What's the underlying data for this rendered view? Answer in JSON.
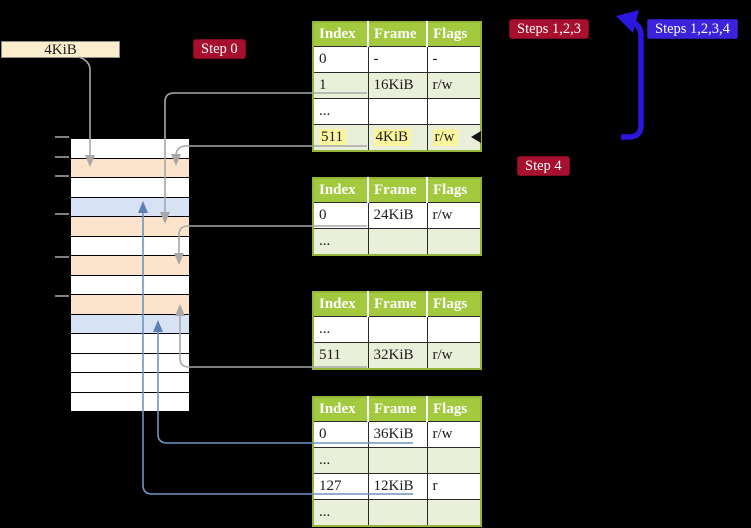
{
  "colors": {
    "background": "#000000",
    "table_border": "#95b43a",
    "table_header_bg": "#a3c93f",
    "table_header_text": "#ffffff",
    "table_row_shade": "#e9efd8",
    "cell_text": "#1c1c1c",
    "highlight": "#fbf69e",
    "gray_connector": "#a8a8a8",
    "blue_connector": "#6f94c4",
    "blue_connector_head": "#5b80b2",
    "thick_arrow": "#2b16dd",
    "crimson_badge": "#a60f2d",
    "blue_badge": "#3c22da",
    "legend_bg": "#fbeecd",
    "tick": "#aaaaaa",
    "mem_white": "#ffffff",
    "mem_peach": "#fbe3cc",
    "mem_blue": "#d7e3f4"
  },
  "legend": {
    "label": "4KiB"
  },
  "badges": {
    "step0": {
      "label": "Step 0",
      "style": "crimson"
    },
    "steps123": {
      "label": "Steps 1,2,3",
      "style": "crimson"
    },
    "steps1234": {
      "label": "Steps 1,2,3,4",
      "style": "blue"
    },
    "step4": {
      "label": "Step 4",
      "style": "crimson"
    }
  },
  "tables": [
    {
      "name": "page-table-level-1",
      "headers": [
        "Index",
        "Frame",
        "Flags"
      ],
      "rows": [
        {
          "cells": [
            "0",
            "-",
            "-"
          ],
          "shaded": false,
          "highlighted": false
        },
        {
          "cells": [
            "1",
            "16KiB",
            "r/w"
          ],
          "shaded": true,
          "highlighted": false
        },
        {
          "cells": [
            "...",
            "",
            ""
          ],
          "shaded": false,
          "highlighted": false
        },
        {
          "cells": [
            "511",
            "4KiB",
            "r/w"
          ],
          "shaded": true,
          "highlighted": true
        }
      ]
    },
    {
      "name": "page-table-level-2a",
      "headers": [
        "Index",
        "Frame",
        "Flags"
      ],
      "rows": [
        {
          "cells": [
            "0",
            "24KiB",
            "r/w"
          ],
          "shaded": false,
          "highlighted": false
        },
        {
          "cells": [
            "...",
            "",
            ""
          ],
          "shaded": true,
          "highlighted": false
        }
      ]
    },
    {
      "name": "page-table-level-2b",
      "headers": [
        "Index",
        "Frame",
        "Flags"
      ],
      "rows": [
        {
          "cells": [
            "...",
            "",
            ""
          ],
          "shaded": false,
          "highlighted": false
        },
        {
          "cells": [
            "511",
            "32KiB",
            "r/w"
          ],
          "shaded": true,
          "highlighted": false
        }
      ]
    },
    {
      "name": "page-table-level-2c",
      "headers": [
        "Index",
        "Frame",
        "Flags"
      ],
      "rows": [
        {
          "cells": [
            "0",
            "36KiB",
            "r/w"
          ],
          "shaded": false,
          "highlighted": false
        },
        {
          "cells": [
            "...",
            "",
            ""
          ],
          "shaded": true,
          "highlighted": false
        },
        {
          "cells": [
            "127",
            "12KiB",
            "r"
          ],
          "shaded": false,
          "highlighted": false
        },
        {
          "cells": [
            "...",
            "",
            ""
          ],
          "shaded": true,
          "highlighted": false
        }
      ]
    }
  ],
  "memory_rows": [
    "white",
    "peach",
    "white",
    "blue",
    "peach",
    "white",
    "peach",
    "white",
    "peach",
    "blue",
    "white",
    "white",
    "white",
    "white"
  ]
}
